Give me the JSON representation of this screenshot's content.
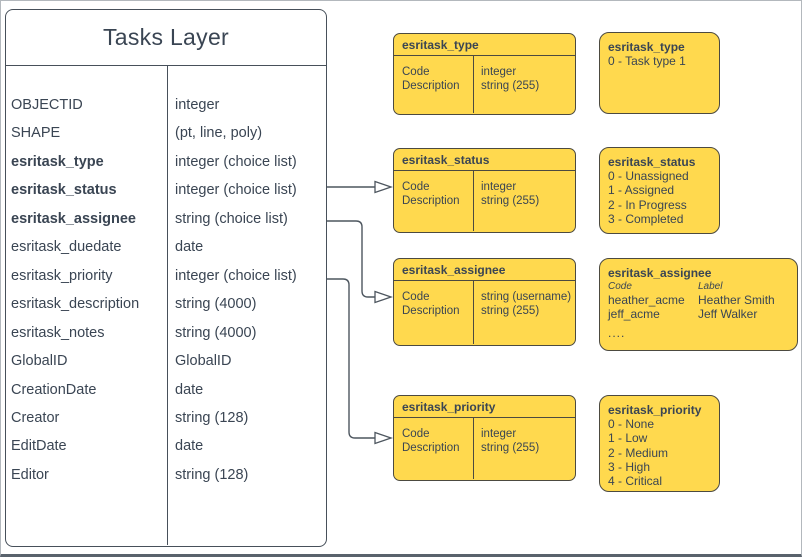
{
  "colors": {
    "yellow_fill": "#FFD94E",
    "yellow_border": "#4C4A40",
    "table_border": "#47505A",
    "text": "#3A4553",
    "connector": "#4D565F"
  },
  "tasks_layer": {
    "title": "Tasks Layer",
    "fields": [
      {
        "name": "OBJECTID",
        "type": "integer",
        "bold": false
      },
      {
        "name": "SHAPE",
        "type": "(pt, line, poly)",
        "bold": false
      },
      {
        "name": "esritask_type",
        "type": "integer (choice list)",
        "bold": true
      },
      {
        "name": "esritask_status",
        "type": "integer (choice list)",
        "bold": true
      },
      {
        "name": "esritask_assignee",
        "type": "string (choice list)",
        "bold": true
      },
      {
        "name": "esritask_duedate",
        "type": "date",
        "bold": false
      },
      {
        "name": "esritask_priority",
        "type": "integer (choice list)",
        "bold": false
      },
      {
        "name": "esritask_description",
        "type": "string (4000)",
        "bold": false
      },
      {
        "name": "esritask_notes",
        "type": "string (4000)",
        "bold": false
      },
      {
        "name": "GlobalID",
        "type": "GlobalID",
        "bold": false
      },
      {
        "name": "CreationDate",
        "type": "date",
        "bold": false
      },
      {
        "name": "Creator",
        "type": "string (128)",
        "bold": false
      },
      {
        "name": "EditDate",
        "type": "date",
        "bold": false
      },
      {
        "name": "Editor",
        "type": "string (128)",
        "bold": false
      }
    ]
  },
  "domain_tables": [
    {
      "title": "esritask_type",
      "left_rows": [
        "Code",
        "Description"
      ],
      "right_rows": [
        "integer",
        "string (255)"
      ]
    },
    {
      "title": "esritask_status",
      "left_rows": [
        "Code",
        "Description"
      ],
      "right_rows": [
        "integer",
        "string (255)"
      ]
    },
    {
      "title": "esritask_assignee",
      "left_rows": [
        "Code",
        "Description"
      ],
      "right_rows": [
        "string  (username)",
        "string (255)"
      ]
    },
    {
      "title": "esritask_priority",
      "left_rows": [
        "Code",
        "Description"
      ],
      "right_rows": [
        "integer",
        "string (255)"
      ]
    }
  ],
  "value_boxes": [
    {
      "title": "esritask_type",
      "items": [
        "0 - Task type 1"
      ]
    },
    {
      "title": "esritask_status",
      "items": [
        "0 - Unassigned",
        "1 - Assigned",
        "2 - In Progress",
        "3 - Completed"
      ]
    },
    {
      "title": "esritask_assignee",
      "columns": [
        "Code",
        "Label"
      ],
      "rows": [
        [
          "heather_acme",
          "Heather Smith"
        ],
        [
          "jeff_acme",
          "Jeff Walker"
        ]
      ],
      "ellipsis": "...."
    },
    {
      "title": "esritask_priority",
      "items": [
        "0 - None",
        "1 - Low",
        "2 - Medium",
        "3 - High",
        "4 - Critical"
      ]
    }
  ]
}
